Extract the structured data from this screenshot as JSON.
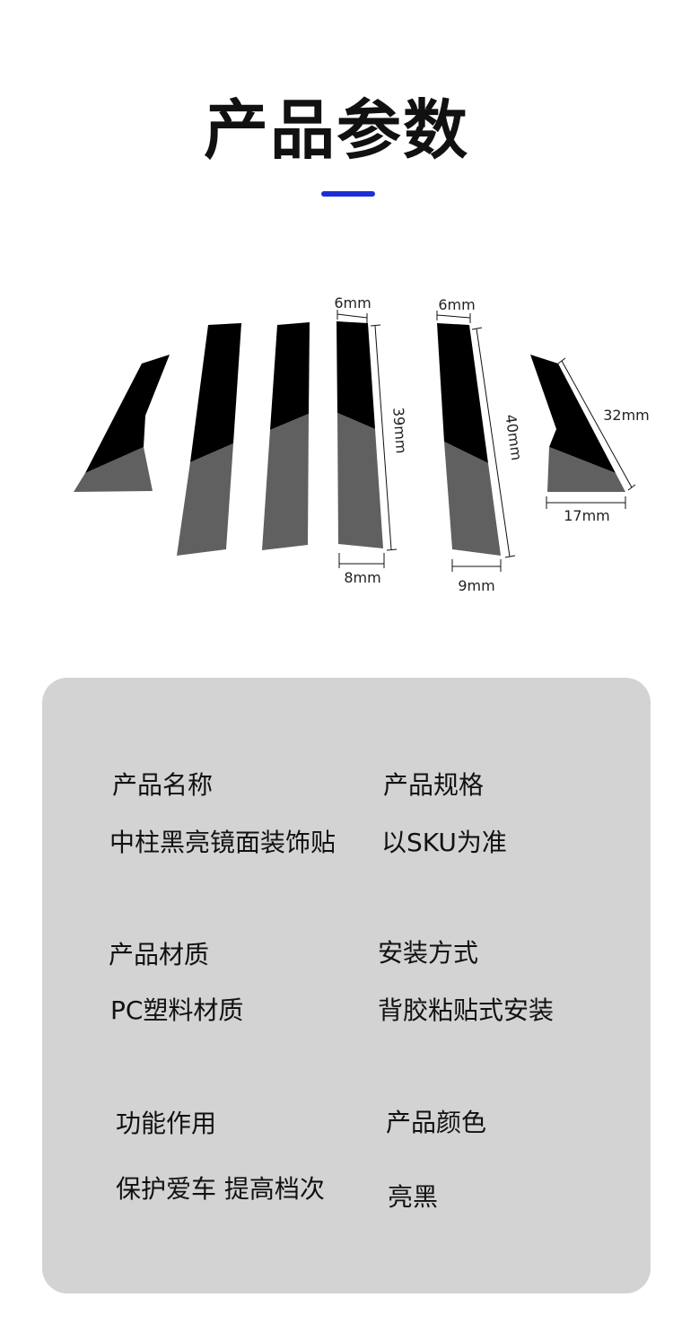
{
  "page": {
    "title": "产品参数",
    "accent_color": "#1c2fd6",
    "card_color": "#d3d3d3"
  },
  "diagram": {
    "colors": {
      "top": "#000000",
      "bottom": "#606060",
      "line": "#111111"
    },
    "dimensions": [
      "6mm",
      "39mm",
      "8mm",
      "6mm",
      "40mm",
      "9mm",
      "32mm",
      "17mm"
    ]
  },
  "specs": [
    {
      "label": "产品名称",
      "value": "中柱黑亮镜面装饰贴"
    },
    {
      "label": "产品规格",
      "value": "以SKU为准"
    },
    {
      "label": "产品材质",
      "value": "PC塑料材质"
    },
    {
      "label": "安装方式",
      "value": "背胶粘贴式安装"
    },
    {
      "label": "功能作用",
      "value": "保护爱车 提高档次"
    },
    {
      "label": "产品颜色",
      "value": "亮黑"
    }
  ]
}
